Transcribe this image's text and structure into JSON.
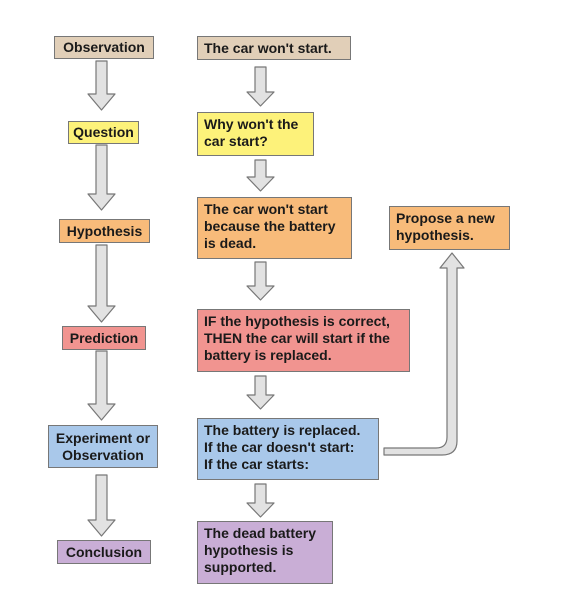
{
  "colors": {
    "observation": "#e1cfb8",
    "question": "#fdf27a",
    "hypothesis": "#f8bb7a",
    "prediction": "#f19490",
    "experiment": "#a9c8ea",
    "conclusion": "#c9aed6",
    "arrow_fill": "#e2e2e2",
    "arrow_stroke": "#777777"
  },
  "steps": [
    {
      "label": [
        "Observation"
      ],
      "example": [
        "The car won't start."
      ]
    },
    {
      "label": [
        "Question"
      ],
      "example": [
        "Why won't the",
        "car start?"
      ]
    },
    {
      "label": [
        "Hypothesis"
      ],
      "example": [
        "The car won't start",
        "because the battery",
        "is dead."
      ]
    },
    {
      "label": [
        "Prediction"
      ],
      "example": [
        "IF the hypothesis is correct,",
        "THEN the car will start if the",
        "battery is replaced."
      ]
    },
    {
      "label": [
        "Experiment or",
        "Observation"
      ],
      "example": [
        "The battery is replaced.",
        "If the car doesn't start:",
        "If the car starts:"
      ]
    },
    {
      "label": [
        "Conclusion"
      ],
      "example": [
        "The dead battery",
        "hypothesis is",
        "supported."
      ]
    }
  ],
  "new_hypothesis": [
    "Propose a new",
    "hypothesis."
  ]
}
